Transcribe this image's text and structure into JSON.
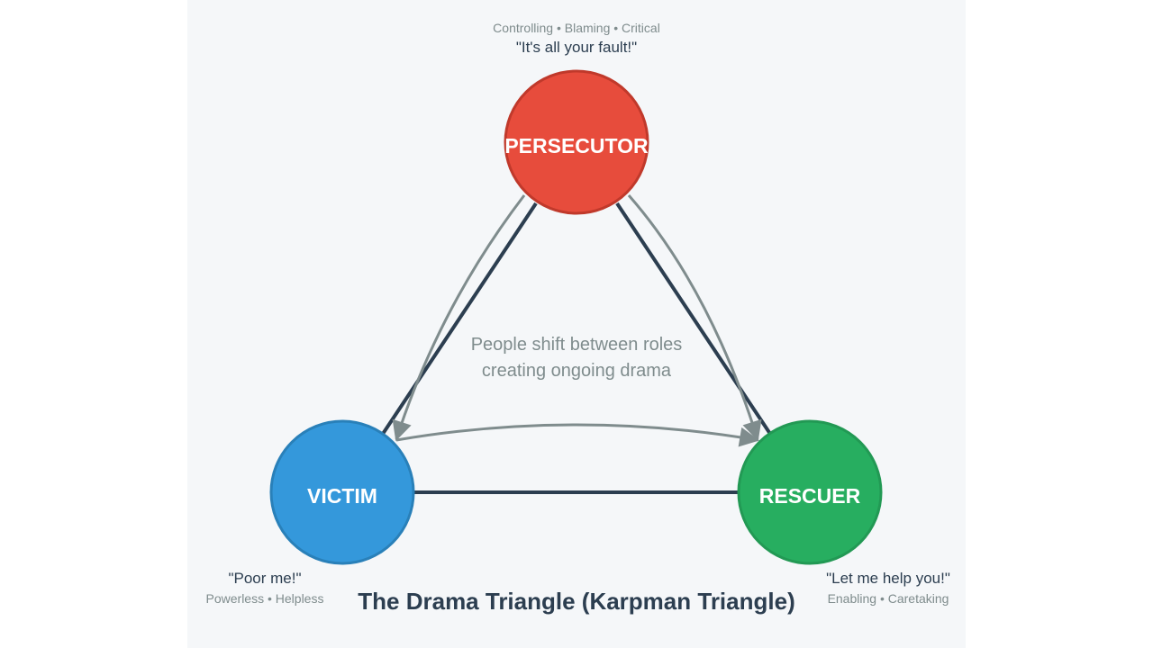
{
  "title": "The Drama Triangle (Karpman Triangle)",
  "center_note": [
    "People shift between roles",
    "creating ongoing drama"
  ],
  "colors": {
    "background": "#f5f7f9",
    "edge": "#2c3e50",
    "arrow": "#7f8c8d",
    "text_dark": "#2c3e50",
    "text_muted": "#7f8c8d"
  },
  "roles": [
    {
      "id": "persecutor",
      "label": "PERSECUTOR",
      "fill": "#e74c3c",
      "stroke": "#c0392b",
      "traits": "Controlling • Blaming • Critical",
      "quote": "\"It's all your fault!\""
    },
    {
      "id": "victim",
      "label": "VICTIM",
      "fill": "#3498db",
      "stroke": "#2980b9",
      "traits": "Powerless • Helpless",
      "quote": "\"Poor me!\""
    },
    {
      "id": "rescuer",
      "label": "RESCUER",
      "fill": "#27ae60",
      "stroke": "#229954",
      "traits": "Enabling • Caretaking",
      "quote": "\"Let me help you!\""
    }
  ],
  "edges": [
    {
      "from": "persecutor",
      "to": "victim"
    },
    {
      "from": "persecutor",
      "to": "rescuer"
    },
    {
      "from": "victim",
      "to": "rescuer"
    }
  ],
  "transitions": [
    {
      "from": "persecutor",
      "to": "victim"
    },
    {
      "from": "persecutor",
      "to": "rescuer"
    },
    {
      "from": "victim",
      "to": "rescuer"
    }
  ]
}
